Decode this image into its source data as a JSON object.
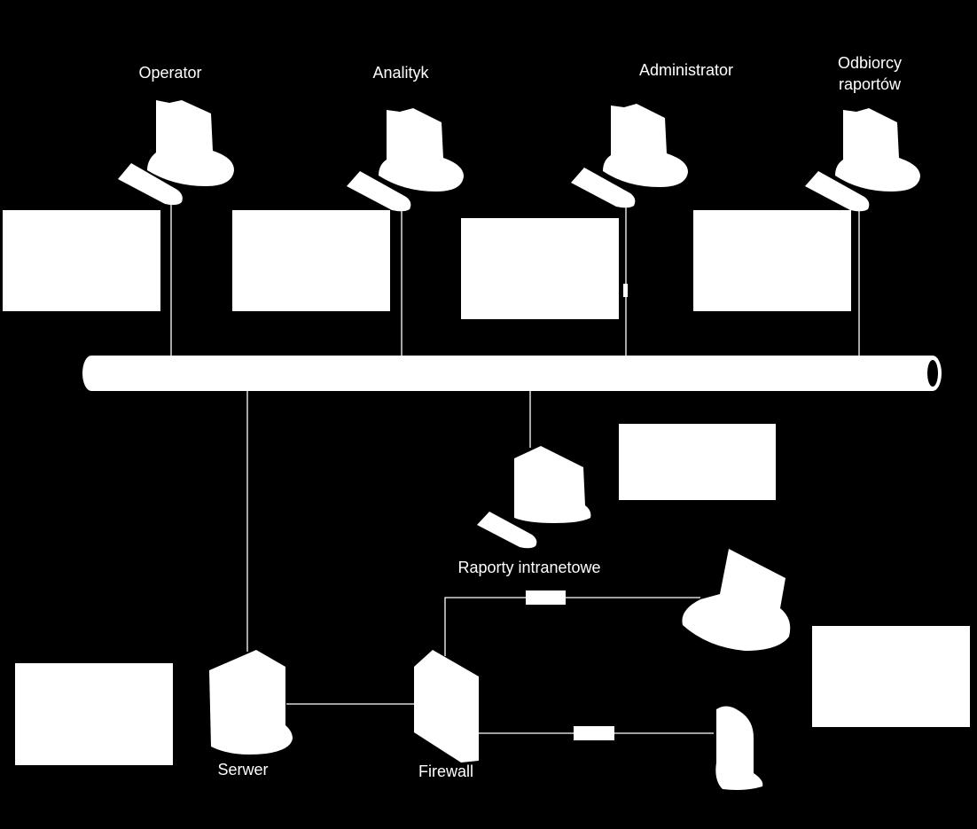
{
  "labels": {
    "operator": "Operator",
    "analityk": "Analityk",
    "administrator": "Administrator",
    "odbiorcy_line1": "Odbiorcy",
    "odbiorcy_line2": "raportów",
    "raporty": "Raporty intranetowe",
    "serwer": "Serwer",
    "firewall": "Firewall"
  },
  "colors": {
    "background": "#000000",
    "foreground": "#ffffff"
  }
}
